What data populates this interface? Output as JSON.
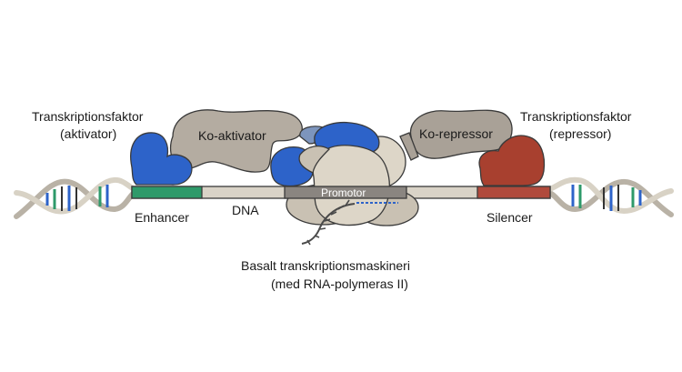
{
  "labels": {
    "activator_tf_line1": "Transkriptionsfaktor",
    "activator_tf_line2": "(aktivator)",
    "coactivator": "Ko-aktivator",
    "corepressor": "Ko-repressor",
    "repressor_tf_line1": "Transkriptionsfaktor",
    "repressor_tf_line2": "(repressor)",
    "promoter": "Promotor",
    "enhancer": "Enhancer",
    "dna": "DNA",
    "silencer": "Silencer",
    "basal_line1": "Basalt transkriptionsmaskineri",
    "basal_line2": "(med RNA-polymeras II)"
  },
  "colors": {
    "dna_strip": "#d9d3c7",
    "enhancer": "#2e9a6a",
    "silencer": "#b04a3c",
    "promoter": "#8a8580",
    "activator": "#2d63c9",
    "coactivator": "#b4aca1",
    "corepressor": "#a9a197",
    "repressor": "#a8402f",
    "basal_light": "#ddd6c8",
    "basal_mid": "#c9c1b3"
  },
  "icons": [
    "dna-helix-left-icon",
    "dna-helix-right-icon",
    "rna-strand-icon"
  ]
}
